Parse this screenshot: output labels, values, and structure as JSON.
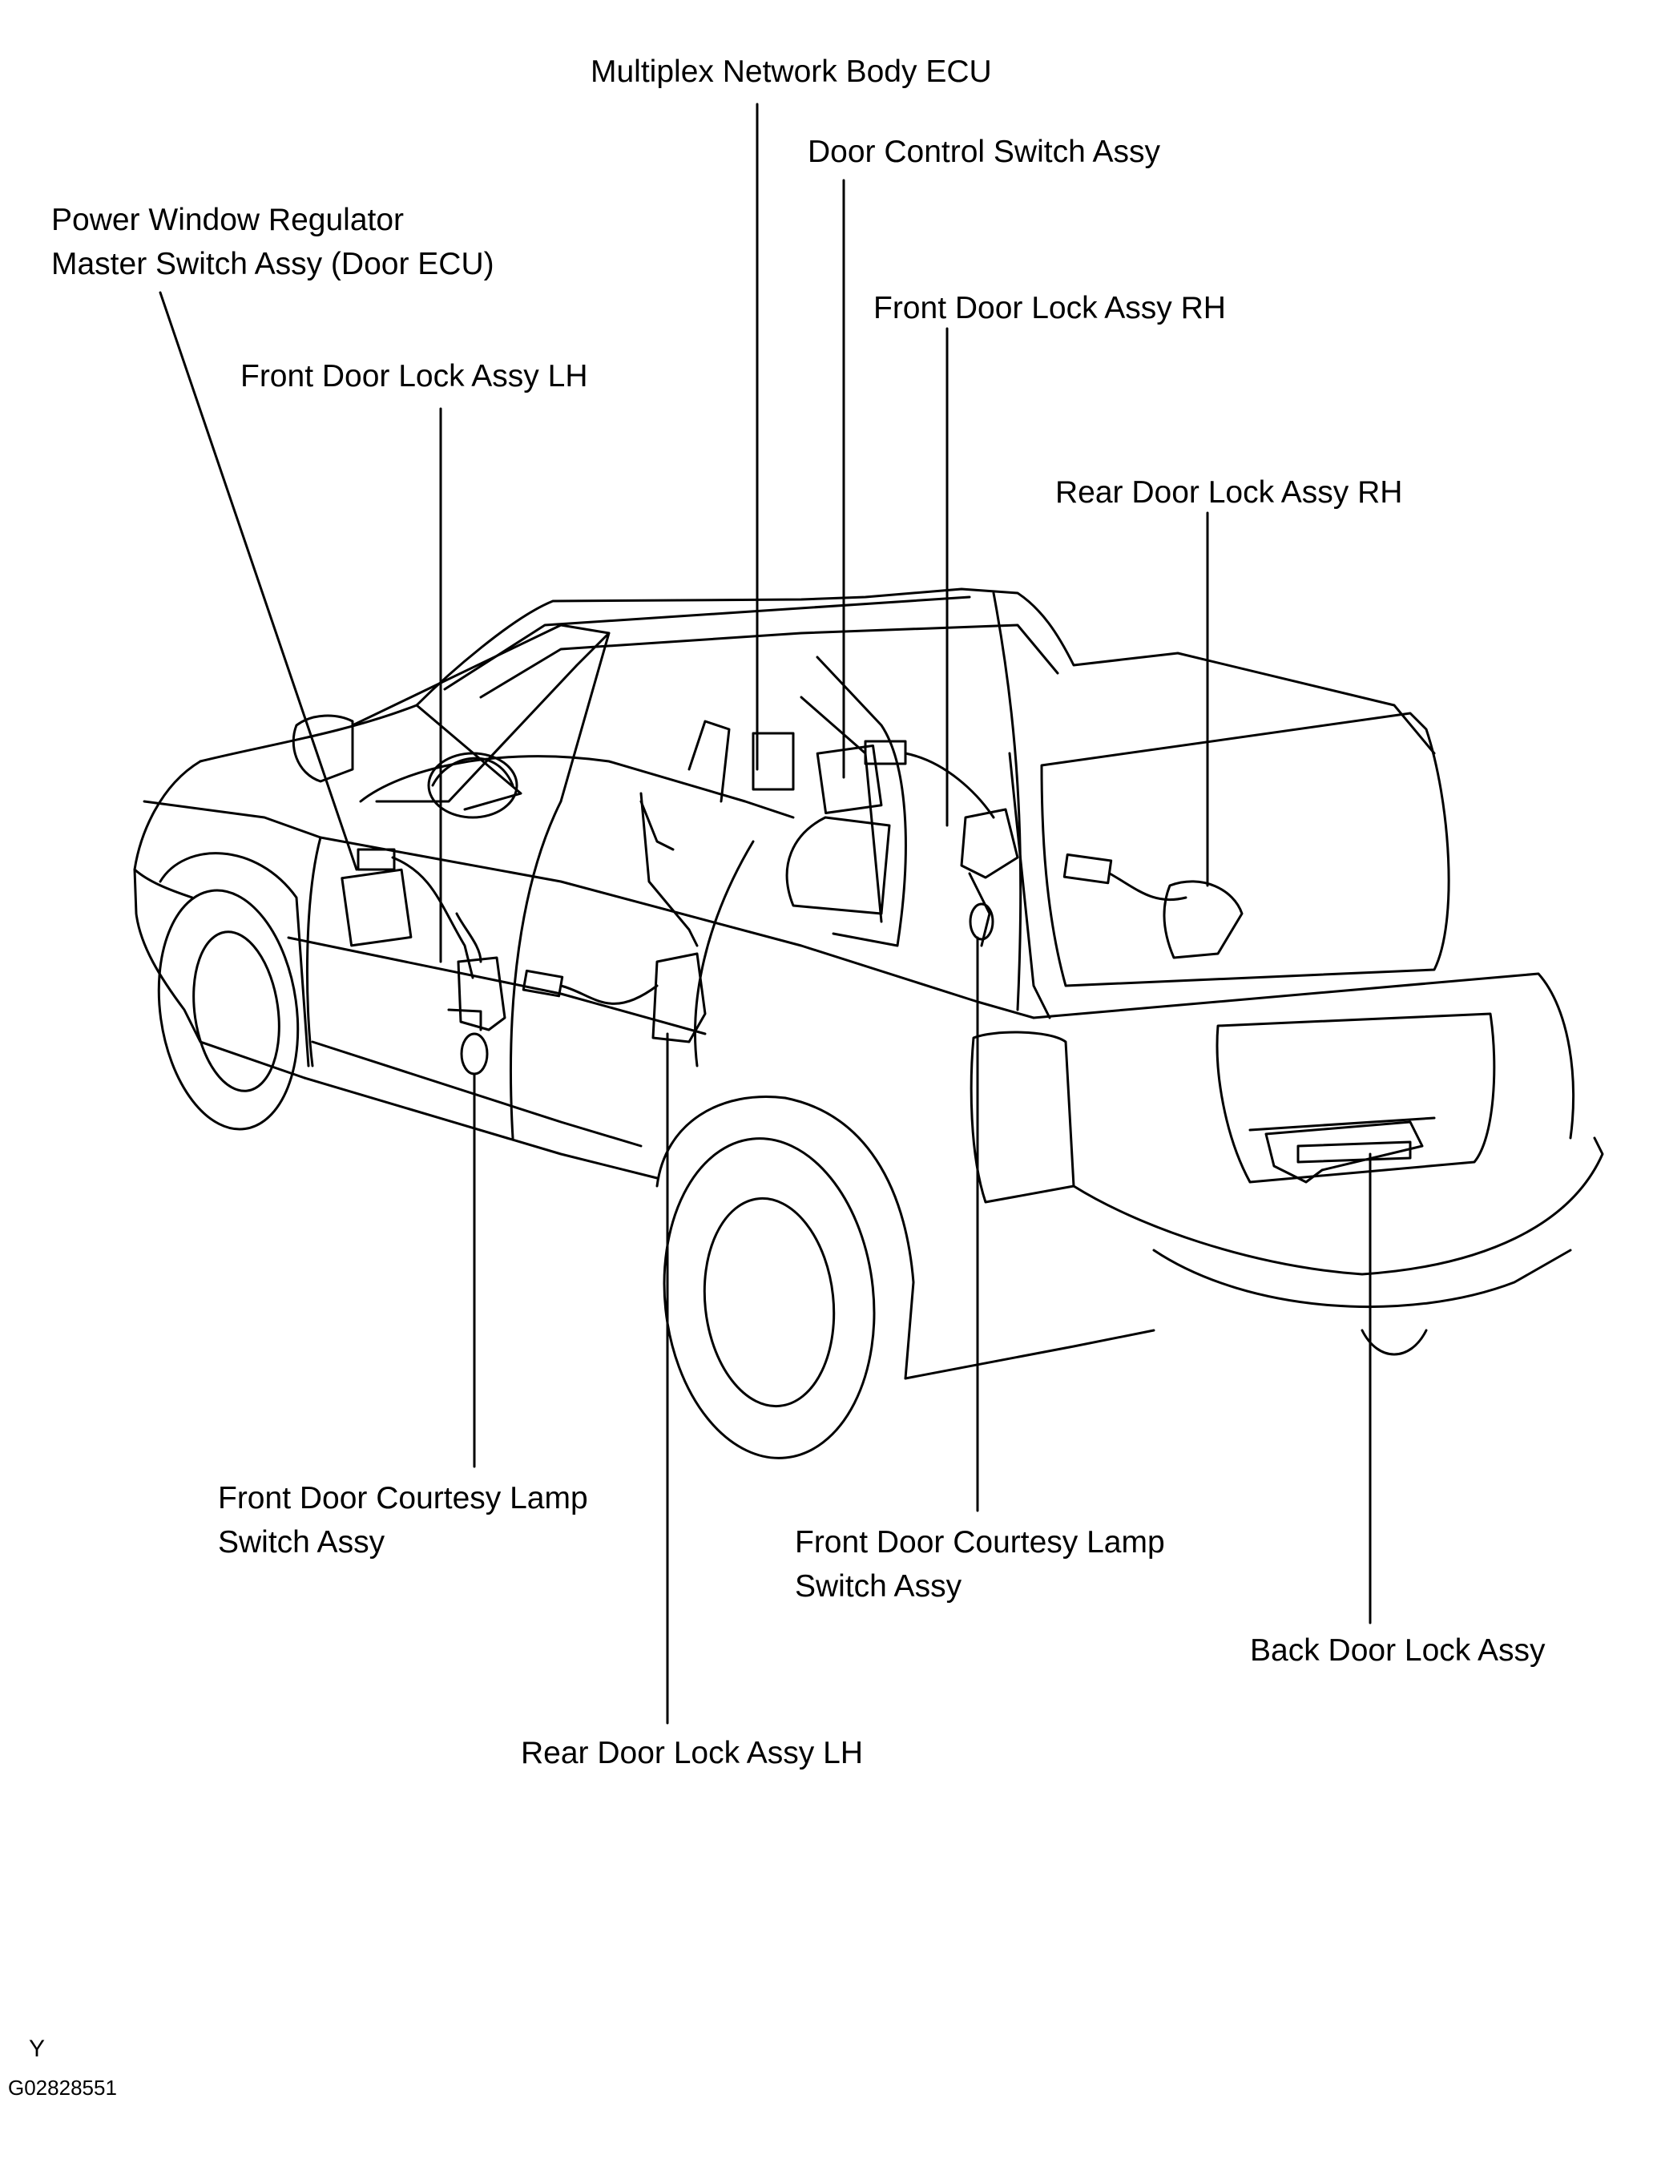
{
  "labels": {
    "multiplex_ecu": "Multiplex Network Body ECU",
    "door_control_switch": "Door Control Switch Assy",
    "pw_master_line1": "Power Window Regulator",
    "pw_master_line2": "Master Switch Assy (Door ECU)",
    "front_lock_rh": "Front Door Lock Assy RH",
    "front_lock_lh": "Front Door Lock Assy LH",
    "rear_lock_rh": "Rear Door Lock Assy RH",
    "courtesy_left_line1": "Front Door Courtesy Lamp",
    "courtesy_left_line2": "Switch Assy",
    "courtesy_right_line1": "Front Door Courtesy Lamp",
    "courtesy_right_line2": "Switch Assy",
    "back_lock": "Back Door Lock Assy",
    "rear_lock_lh": "Rear Door Lock Assy LH"
  },
  "footer": {
    "letter": "Y",
    "figure_code": "G02828551"
  }
}
